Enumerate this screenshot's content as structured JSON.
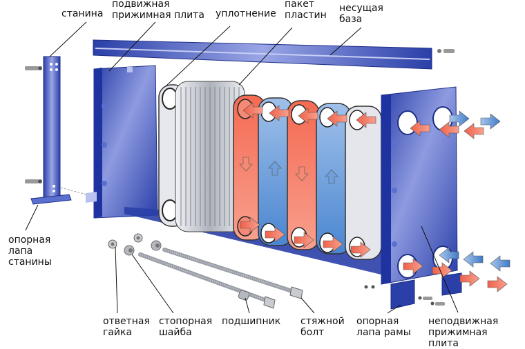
{
  "diagram": {
    "subject": "plate heat exchanger exploded view",
    "labels": {
      "stanina": "станина",
      "movable_plate": "подвижная\nприжимная плита",
      "gasket": "уплотнение",
      "plate_pack": "пакет\nпластин",
      "carrying_bar": "несущая\nбаза",
      "frame_foot": "опорная\nлапа\nстанины",
      "nut": "ответная\nгайка",
      "lock_washer": "стопорная\nшайба",
      "bearing": "подшипник",
      "tie_bolt": "стяжной\nболт",
      "frame_support_foot": "опорная\nлапа рамы",
      "fixed_plate": "неподвижная\nприжимная\nплита"
    },
    "colors": {
      "frame_blue": "#2a3fa8",
      "frame_light": "#8e9be0",
      "hot_flow": "#f0614a",
      "cold_flow": "#4a86d0",
      "plate_steel": "#d8dbe2",
      "leader_line": "#111111"
    }
  }
}
